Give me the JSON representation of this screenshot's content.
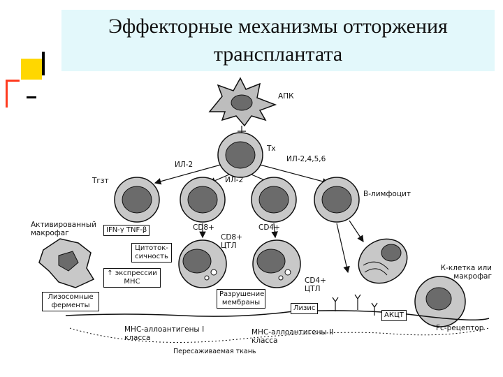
{
  "title": {
    "line1": "Эффекторные механизмы отторжения",
    "line2": "трансплантата"
  },
  "labels": {
    "apc": "АПК",
    "th": "Тх",
    "il2_left": "ИЛ-2",
    "il2_mid": "ИЛ-2",
    "il_multi": "ИЛ-2,4,5,6",
    "tgzt": "Тгзт",
    "b_cell": "В-лимфоцит",
    "activated_macrophage": "Активированный макрофаг",
    "ifn_tnf": "IFN-γ  TNF-β",
    "cytotoxicity": "Цитоток-сичность",
    "mhc_expression": "↑ экспрессии МНС",
    "lysosomal_enzymes": "Лизосомные ферменты",
    "cd8": "CD8+",
    "cd4": "CD4+",
    "cd8_ctl": "CD8+ ЦТЛ",
    "cd4_ctl": "CD4+ ЦТЛ",
    "membrane_destruction": "Разрушение мембраны",
    "lysis": "Лизис",
    "k_cell": "К-клетка или макрофаг",
    "adcc": "АКЦТ",
    "fc_receptor": "Fc-рецептор",
    "mhc1": "МНС-аллоантигены I класса",
    "mhc2": "МНС-аллоантигены II класса",
    "transplant_tissue": "Пересаживаемая ткань"
  },
  "colors": {
    "title_bg": "#e3f8fb",
    "accent_yellow": "#ffd700",
    "accent_red": "#ff3b1f",
    "cell_fill": "#c8c8c8",
    "nucleus_fill": "#6b6b6b"
  }
}
